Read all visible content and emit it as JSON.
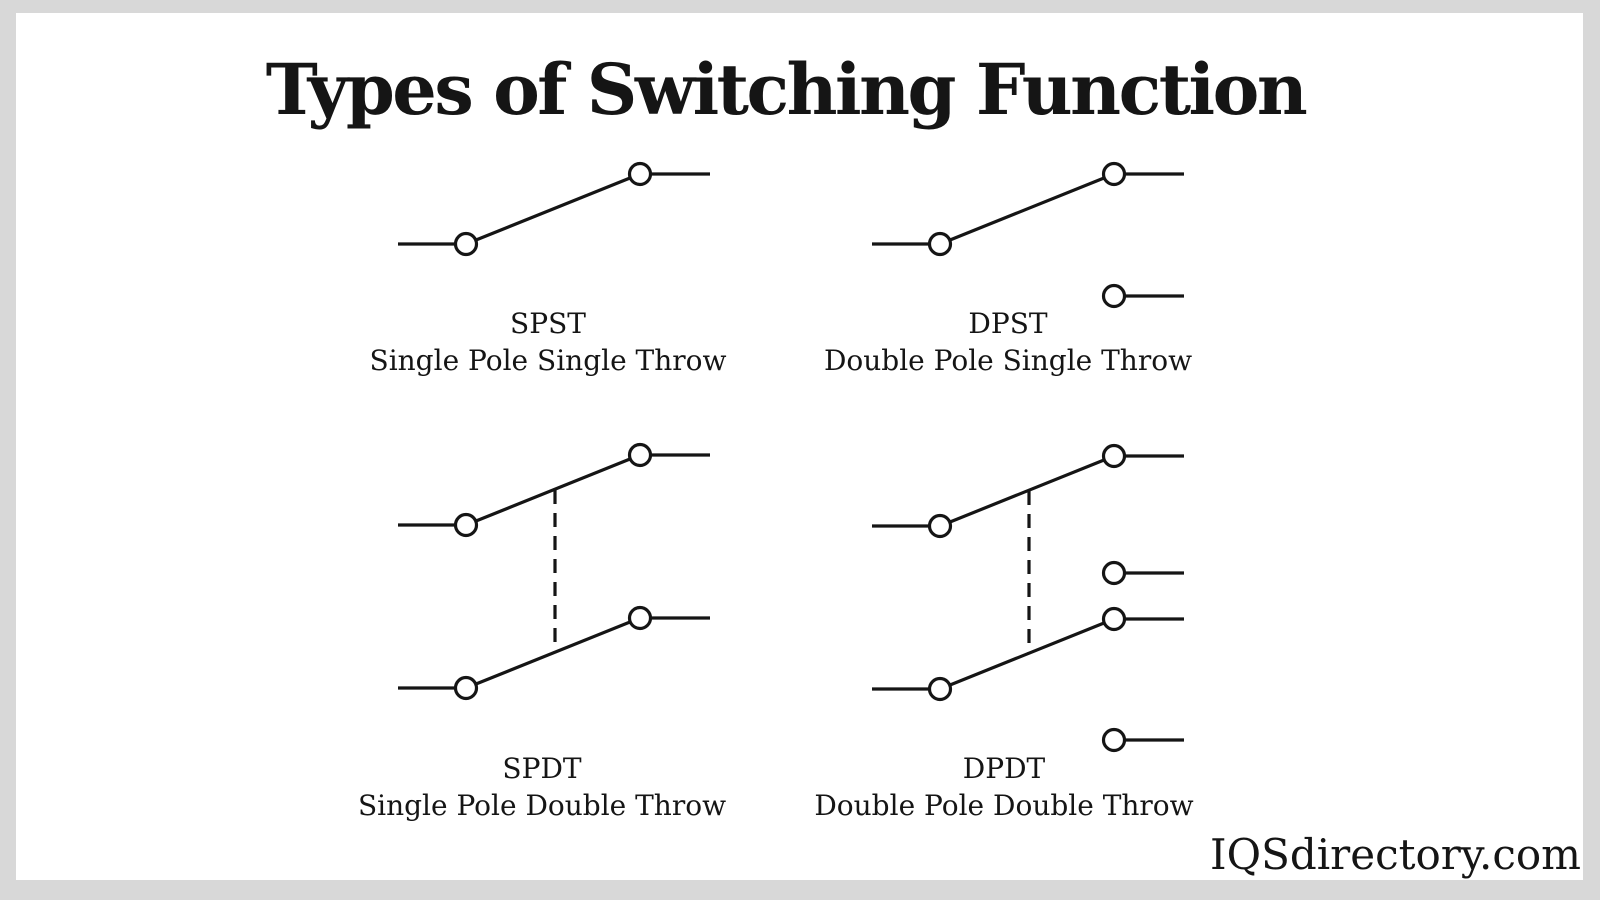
{
  "page": {
    "title": "Types of Switching Function",
    "watermark": "IQSdirectory.com",
    "colors": {
      "background": "#d8d8d8",
      "card": "#ffffff",
      "ink": "#151515"
    }
  },
  "figures": [
    {
      "acronym": "SPST",
      "name": "Single Pole Single Throw"
    },
    {
      "acronym": "DPST",
      "name": "Double Pole Single Throw"
    },
    {
      "acronym": "SPDT",
      "name": "Single Pole Double Throw"
    },
    {
      "acronym": "DPDT",
      "name": "Double Pole Double Throw"
    }
  ]
}
